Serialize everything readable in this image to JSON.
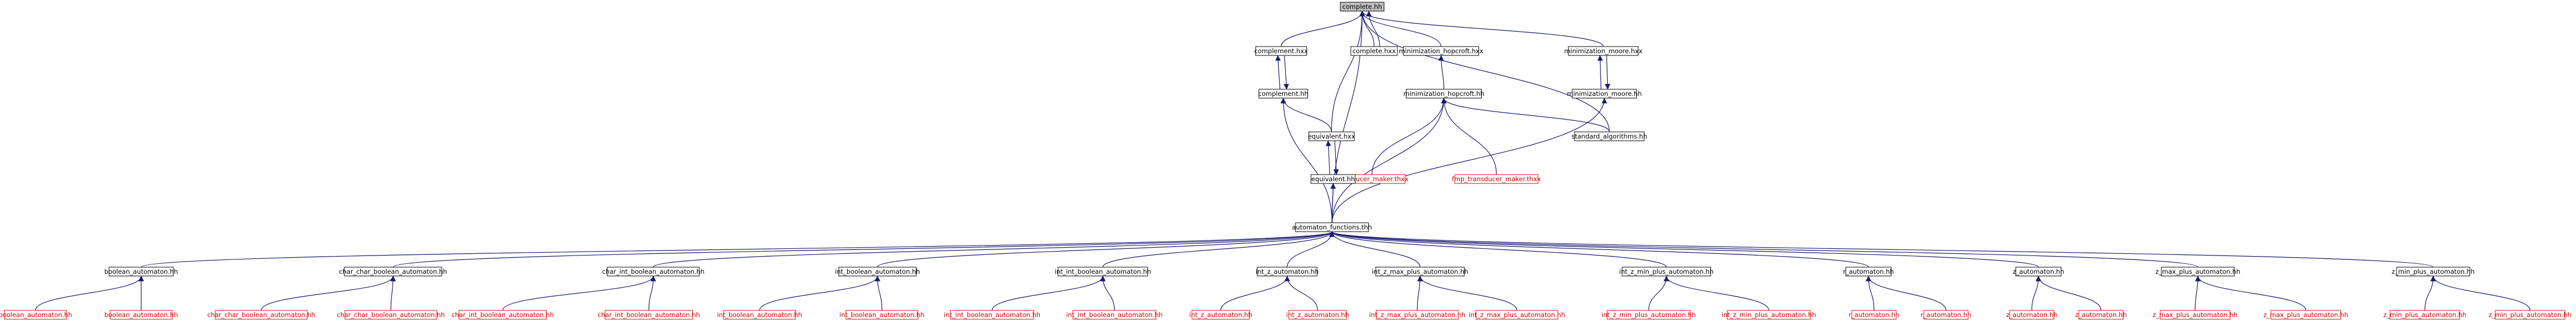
{
  "graph": {
    "nodes": [
      {
        "id": "complete_hh",
        "label": "complete.hh",
        "style": "root"
      },
      {
        "id": "complement_hxx",
        "label": "complement.hxx",
        "style": "black"
      },
      {
        "id": "complete_hxx",
        "label": "complete.hxx",
        "style": "black"
      },
      {
        "id": "minimization_hopcroft_hxx",
        "label": "minimization_hopcroft.hxx",
        "style": "black"
      },
      {
        "id": "minimization_moore_hxx",
        "label": "minimization_moore.hxx",
        "style": "black"
      },
      {
        "id": "complement_hh",
        "label": "complement.hh",
        "style": "black"
      },
      {
        "id": "minimization_hopcroft_hh",
        "label": "minimization_hopcroft.hh",
        "style": "black"
      },
      {
        "id": "minimization_moore_hh",
        "label": "minimization_moore.hh",
        "style": "black"
      },
      {
        "id": "equivalent_hxx",
        "label": "equivalent.hxx",
        "style": "black"
      },
      {
        "id": "transducer_maker_hxx",
        "label": "transducer_maker.thxx",
        "style": "red"
      },
      {
        "id": "fmp_transducer_maker_hxx",
        "label": "fmp_transducer_maker.thxx",
        "style": "red"
      },
      {
        "id": "standard_algorithms_hh",
        "label": "standard_algorithms.hh",
        "style": "black"
      },
      {
        "id": "equivalent_hh",
        "label": "equivalent.hh",
        "style": "black"
      },
      {
        "id": "automaton_functions_thh",
        "label": "automaton_functions.thh",
        "style": "black"
      },
      {
        "id": "boolean_automaton_hh",
        "label": "boolean_automaton.hh",
        "style": "black"
      },
      {
        "id": "char_char_boolean_automaton_hh",
        "label": "char_char_boolean_automaton.hh",
        "style": "black"
      },
      {
        "id": "char_int_boolean_automaton_hh",
        "label": "char_int_boolean_automaton.hh",
        "style": "black"
      },
      {
        "id": "int_boolean_automaton_hh",
        "label": "int_boolean_automaton.hh",
        "style": "black"
      },
      {
        "id": "int_int_boolean_automaton_hh",
        "label": "int_int_boolean_automaton.hh",
        "style": "black"
      },
      {
        "id": "int_z_automaton_hh",
        "label": "int_z_automaton.hh",
        "style": "black"
      },
      {
        "id": "int_z_max_plus_automaton_hh",
        "label": "int_z_max_plus_automaton.hh",
        "style": "black"
      },
      {
        "id": "int_z_min_plus_automaton_hh",
        "label": "int_z_min_plus_automaton.hh",
        "style": "black"
      },
      {
        "id": "r_automaton_hh",
        "label": "r_automaton.hh",
        "style": "black"
      },
      {
        "id": "z_automaton_hh",
        "label": "z_automaton.hh",
        "style": "black"
      },
      {
        "id": "z_max_plus_automaton_hh",
        "label": "z_max_plus_automaton.hh",
        "style": "black"
      },
      {
        "id": "z_min_plus_automaton_hh",
        "label": "z_min_plus_automaton.hh",
        "style": "black"
      },
      {
        "id": "l_boolean_automaton_hh",
        "label": "boolean_automaton.hh",
        "style": "red"
      },
      {
        "id": "l_boolean_automaton_hh_2",
        "label": "boolean_automaton.hh",
        "style": "red"
      },
      {
        "id": "l_char_char_boolean_automaton_hh",
        "label": "char_char_boolean_automaton.hh",
        "style": "red"
      },
      {
        "id": "l_char_char_boolean_automaton_hh_2",
        "label": "char_char_boolean_automaton.hh",
        "style": "red"
      },
      {
        "id": "l_char_int_boolean_automaton_hh",
        "label": "char_int_boolean_automaton.hh",
        "style": "red"
      },
      {
        "id": "l_char_int_boolean_automaton_hh_2",
        "label": "char_int_boolean_automaton.hh",
        "style": "red"
      },
      {
        "id": "l_int_boolean_automaton_hh",
        "label": "int_boolean_automaton.hh",
        "style": "red"
      },
      {
        "id": "l_int_boolean_automaton_hh_2",
        "label": "int_boolean_automaton.hh",
        "style": "red"
      },
      {
        "id": "l_int_int_boolean_automaton_hh",
        "label": "int_int_boolean_automaton.hh",
        "style": "red"
      },
      {
        "id": "l_int_int_boolean_automaton_hh_2",
        "label": "int_int_boolean_automaton.hh",
        "style": "red"
      },
      {
        "id": "l_int_z_automaton_hh",
        "label": "int_z_automaton.hh",
        "style": "red"
      },
      {
        "id": "l_int_z_automaton_hh_2",
        "label": "int_z_automaton.hh",
        "style": "red"
      },
      {
        "id": "l_int_z_max_plus_automaton_hh",
        "label": "int_z_max_plus_automaton.hh",
        "style": "red"
      },
      {
        "id": "l_int_z_max_plus_automaton_hh_2",
        "label": "int_z_max_plus_automaton.hh",
        "style": "red"
      },
      {
        "id": "l_int_z_min_plus_automaton_hh",
        "label": "int_z_min_plus_automaton.hh",
        "style": "red"
      },
      {
        "id": "l_int_z_min_plus_automaton_hh_2",
        "label": "int_z_min_plus_automaton.hh",
        "style": "red"
      },
      {
        "id": "l_r_automaton_hh",
        "label": "r_automaton.hh",
        "style": "red"
      },
      {
        "id": "l_r_automaton_hh_2",
        "label": "r_automaton.hh",
        "style": "red"
      },
      {
        "id": "l_z_automaton_hh",
        "label": "z_automaton.hh",
        "style": "red"
      },
      {
        "id": "l_z_automaton_hh_2",
        "label": "z_automaton.hh",
        "style": "red"
      },
      {
        "id": "l_z_max_plus_automaton_hh",
        "label": "z_max_plus_automaton.hh",
        "style": "red"
      },
      {
        "id": "l_z_max_plus_automaton_hh_2",
        "label": "z_max_plus_automaton.hh",
        "style": "red"
      },
      {
        "id": "l_z_min_plus_automaton_hh",
        "label": "z_min_plus_automaton.hh",
        "style": "red"
      },
      {
        "id": "l_z_min_plus_automaton_hh_2",
        "label": "z_min_plus_automaton.hh",
        "style": "red"
      }
    ],
    "edges": [
      {
        "from": "complement_hxx",
        "to": "complete_hh"
      },
      {
        "from": "complete_hxx",
        "to": "complete_hh"
      },
      {
        "from": "complete_hxx",
        "to": "complete_hh"
      },
      {
        "from": "minimization_hopcroft_hxx",
        "to": "complete_hh"
      },
      {
        "from": "minimization_moore_hxx",
        "to": "complete_hh"
      },
      {
        "from": "equivalent_hxx",
        "to": "complete_hh"
      },
      {
        "from": "standard_algorithms_hh",
        "to": "complete_hh"
      },
      {
        "from": "automaton_functions_thh",
        "to": "complete_hh"
      },
      {
        "from": "complement_hh",
        "to": "complement_hxx"
      },
      {
        "from": "complement_hxx",
        "to": "complement_hh"
      },
      {
        "from": "minimization_hopcroft_hh",
        "to": "minimization_hopcroft_hxx"
      },
      {
        "from": "minimization_moore_hh",
        "to": "minimization_moore_hxx"
      },
      {
        "from": "minimization_moore_hxx",
        "to": "minimization_moore_hh"
      },
      {
        "from": "equivalent_hxx",
        "to": "complement_hh"
      },
      {
        "from": "automaton_functions_thh",
        "to": "complement_hh"
      },
      {
        "from": "transducer_maker_hxx",
        "to": "minimization_hopcroft_hh"
      },
      {
        "from": "fmp_transducer_maker_hxx",
        "to": "minimization_hopcroft_hh"
      },
      {
        "from": "standard_algorithms_hh",
        "to": "minimization_hopcroft_hh"
      },
      {
        "from": "automaton_functions_thh",
        "to": "minimization_hopcroft_hh"
      },
      {
        "from": "automaton_functions_thh",
        "to": "minimization_moore_hh"
      },
      {
        "from": "equivalent_hh",
        "to": "equivalent_hxx"
      },
      {
        "from": "equivalent_hxx",
        "to": "equivalent_hh"
      },
      {
        "from": "automaton_functions_thh",
        "to": "equivalent_hh"
      },
      {
        "from": "boolean_automaton_hh",
        "to": "automaton_functions_thh"
      },
      {
        "from": "char_char_boolean_automaton_hh",
        "to": "automaton_functions_thh"
      },
      {
        "from": "char_int_boolean_automaton_hh",
        "to": "automaton_functions_thh"
      },
      {
        "from": "int_boolean_automaton_hh",
        "to": "automaton_functions_thh"
      },
      {
        "from": "int_int_boolean_automaton_hh",
        "to": "automaton_functions_thh"
      },
      {
        "from": "int_z_automaton_hh",
        "to": "automaton_functions_thh"
      },
      {
        "from": "int_z_max_plus_automaton_hh",
        "to": "automaton_functions_thh"
      },
      {
        "from": "int_z_min_plus_automaton_hh",
        "to": "automaton_functions_thh"
      },
      {
        "from": "r_automaton_hh",
        "to": "automaton_functions_thh"
      },
      {
        "from": "z_automaton_hh",
        "to": "automaton_functions_thh"
      },
      {
        "from": "z_max_plus_automaton_hh",
        "to": "automaton_functions_thh"
      },
      {
        "from": "z_min_plus_automaton_hh",
        "to": "automaton_functions_thh"
      },
      {
        "from": "l_boolean_automaton_hh",
        "to": "boolean_automaton_hh"
      },
      {
        "from": "l_boolean_automaton_hh_2",
        "to": "boolean_automaton_hh"
      },
      {
        "from": "l_char_char_boolean_automaton_hh",
        "to": "char_char_boolean_automaton_hh"
      },
      {
        "from": "l_char_char_boolean_automaton_hh_2",
        "to": "char_char_boolean_automaton_hh"
      },
      {
        "from": "l_char_int_boolean_automaton_hh",
        "to": "char_int_boolean_automaton_hh"
      },
      {
        "from": "l_char_int_boolean_automaton_hh_2",
        "to": "char_int_boolean_automaton_hh"
      },
      {
        "from": "l_int_boolean_automaton_hh",
        "to": "int_boolean_automaton_hh"
      },
      {
        "from": "l_int_boolean_automaton_hh_2",
        "to": "int_boolean_automaton_hh"
      },
      {
        "from": "l_int_int_boolean_automaton_hh",
        "to": "int_int_boolean_automaton_hh"
      },
      {
        "from": "l_int_int_boolean_automaton_hh_2",
        "to": "int_int_boolean_automaton_hh"
      },
      {
        "from": "l_int_z_automaton_hh",
        "to": "int_z_automaton_hh"
      },
      {
        "from": "l_int_z_automaton_hh_2",
        "to": "int_z_automaton_hh"
      },
      {
        "from": "l_int_z_max_plus_automaton_hh",
        "to": "int_z_max_plus_automaton_hh"
      },
      {
        "from": "l_int_z_max_plus_automaton_hh_2",
        "to": "int_z_max_plus_automaton_hh"
      },
      {
        "from": "l_int_z_min_plus_automaton_hh",
        "to": "int_z_min_plus_automaton_hh"
      },
      {
        "from": "l_int_z_min_plus_automaton_hh_2",
        "to": "int_z_min_plus_automaton_hh"
      },
      {
        "from": "l_r_automaton_hh",
        "to": "r_automaton_hh"
      },
      {
        "from": "l_r_automaton_hh_2",
        "to": "r_automaton_hh"
      },
      {
        "from": "l_z_automaton_hh",
        "to": "z_automaton_hh"
      },
      {
        "from": "l_z_automaton_hh_2",
        "to": "z_automaton_hh"
      },
      {
        "from": "l_z_max_plus_automaton_hh",
        "to": "z_max_plus_automaton_hh"
      },
      {
        "from": "l_z_max_plus_automaton_hh_2",
        "to": "z_max_plus_automaton_hh"
      },
      {
        "from": "l_z_min_plus_automaton_hh",
        "to": "z_min_plus_automaton_hh"
      },
      {
        "from": "l_z_min_plus_automaton_hh_2",
        "to": "z_min_plus_automaton_hh"
      }
    ],
    "colors": {
      "edge": "#191970",
      "node_border": "#000000",
      "link_border": "#ff0000",
      "root_fill": "#bfbfbf",
      "background": "#ffffff",
      "text": "#000000",
      "link_text": "#cc0000"
    }
  }
}
